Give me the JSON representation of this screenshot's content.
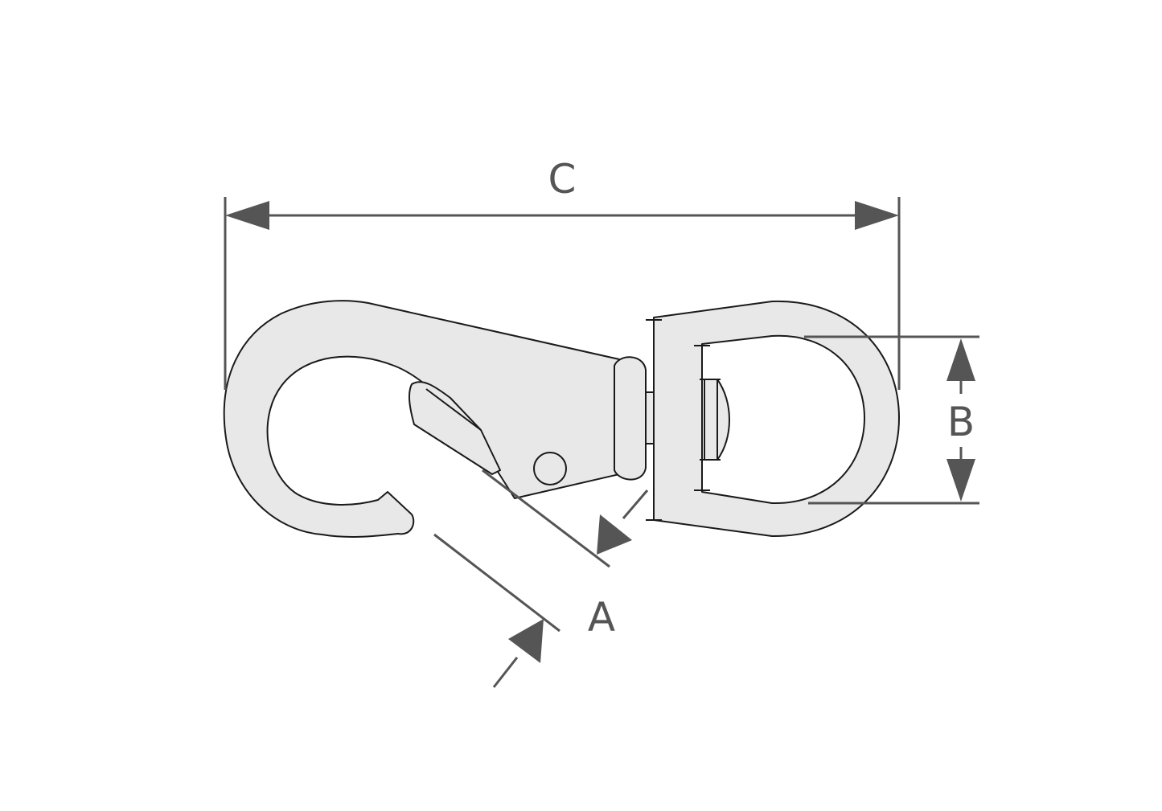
{
  "dimensions": {
    "overall_length_label": "C",
    "eye_inner_height_label": "B",
    "gate_opening_label": "A"
  }
}
